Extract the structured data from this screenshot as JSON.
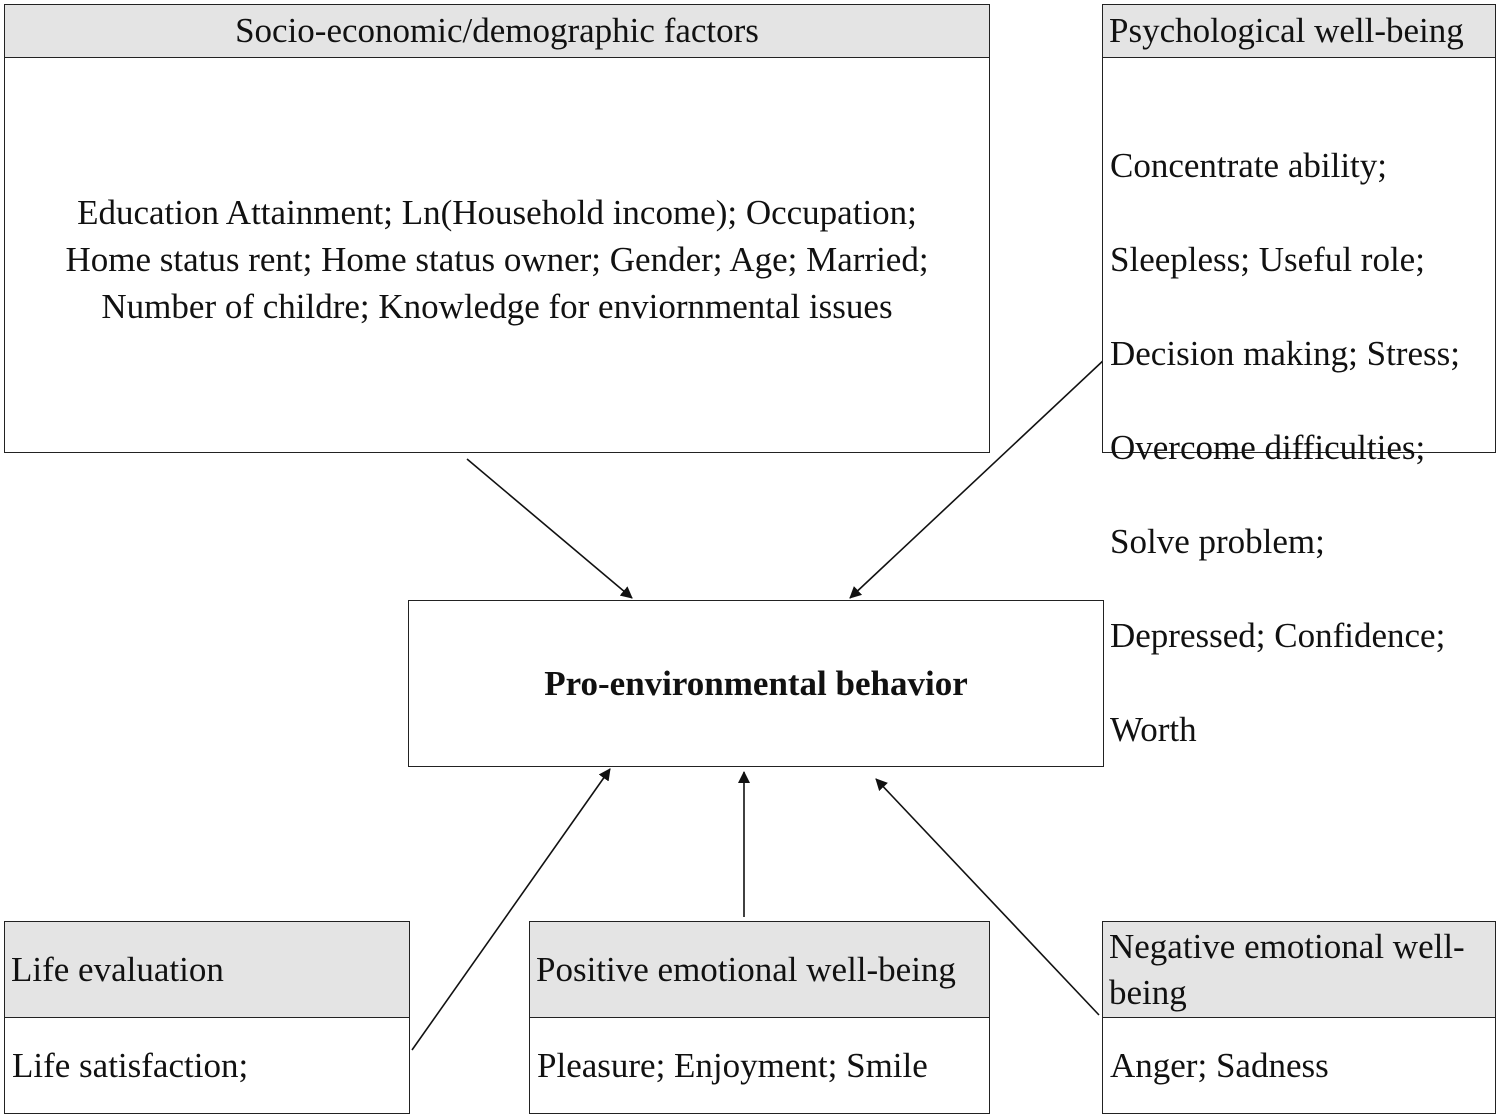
{
  "socio": {
    "title": "Socio-economic/demographic factors",
    "line1": "Education Attainment; Ln(Household income);  Occupation;",
    "line2": "Home status rent; Home status owner; Gender; Age; Married;",
    "line3": "Number of childre; Knowledge for enviornmental issues"
  },
  "psych": {
    "title": "Psychological well-being",
    "items": [
      "Concentrate ability;",
      "Sleepless; Useful role;",
      "Decision making; Stress;",
      "Overcome difficulties;",
      "Solve problem;",
      "Depressed; Confidence;",
      "Worth"
    ]
  },
  "central": {
    "title": "Pro-environmental behavior"
  },
  "life": {
    "title": "Life evaluation",
    "body": "Life satisfaction;"
  },
  "positive": {
    "title": "Positive emotional well-being",
    "body": "Pleasure; Enjoyment; Smile"
  },
  "negative": {
    "title_line1": "Negative emotional well-",
    "title_line2": "being",
    "body": "Anger; Sadness"
  }
}
